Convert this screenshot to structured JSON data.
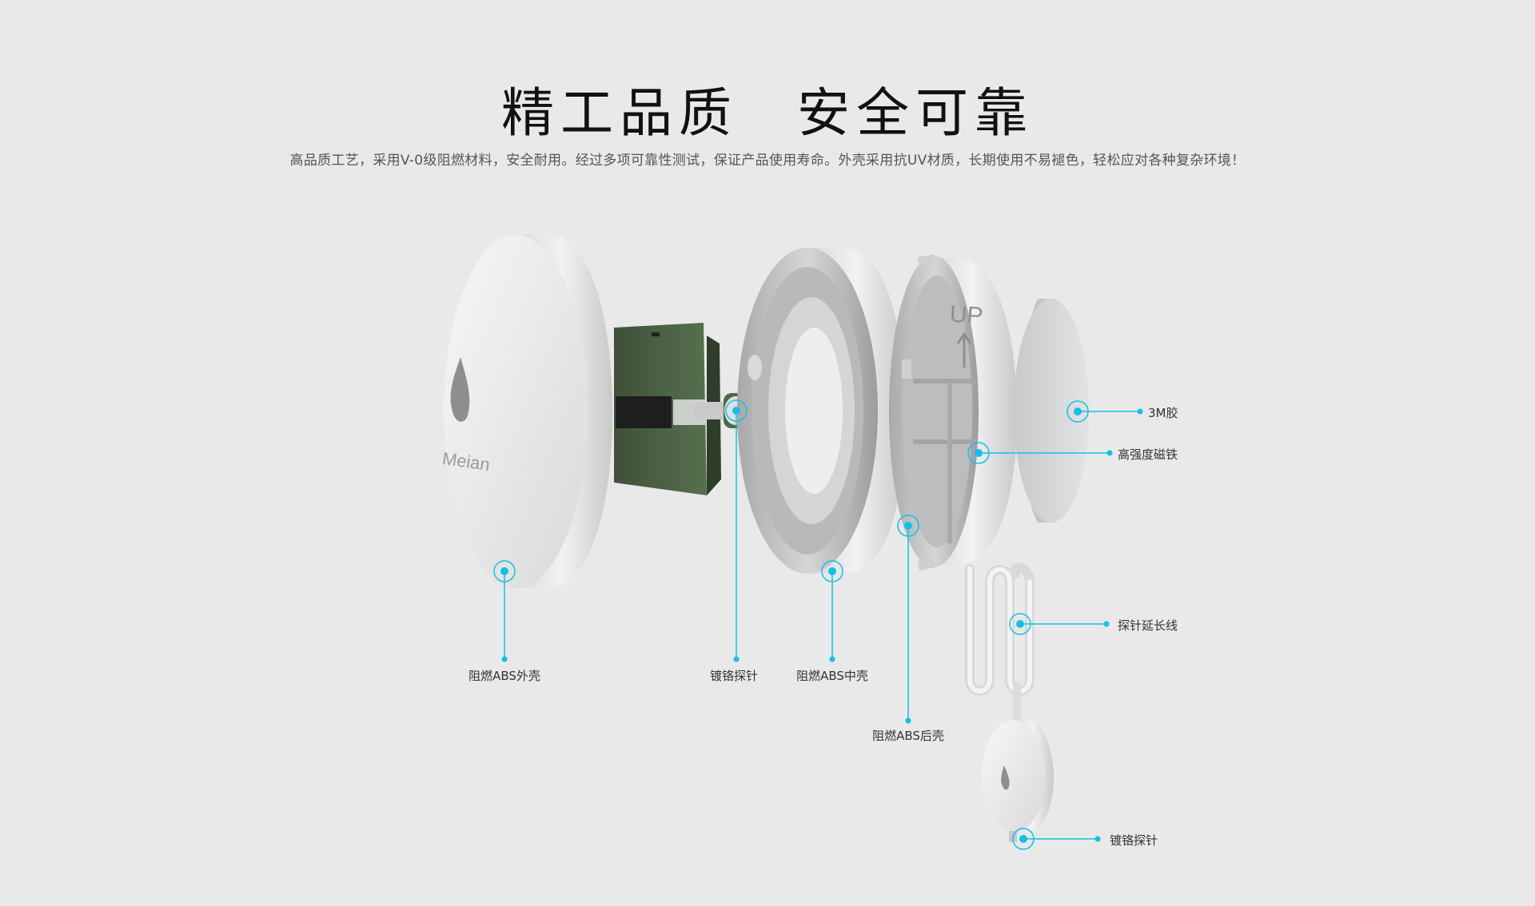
{
  "header": {
    "title": "精工品质　安全可靠",
    "subtitle": "高品质工艺，采用V-0级阻燃材料，安全耐用。经过多项可靠性测试，保证产品使用寿命。外壳采用抗UV材质，长期使用不易褪色，轻松应对各种复杂环境！"
  },
  "product": {
    "logo_text": "Meian",
    "back_marking": "UP"
  },
  "callouts": {
    "outer_shell": "阻燃ABS外壳",
    "probe_top": "镀铬探针",
    "middle_shell": "阻燃ABS中壳",
    "back_shell": "阻燃ABS后壳",
    "adhesive": "3M胶",
    "magnet": "高强度磁铁",
    "extension_cable": "探针延长线",
    "probe_bottom": "镀铬探针"
  },
  "colors": {
    "accent": "#12c1e6",
    "background": "#e9e9e9",
    "pcb_green": "#4b5e47"
  }
}
